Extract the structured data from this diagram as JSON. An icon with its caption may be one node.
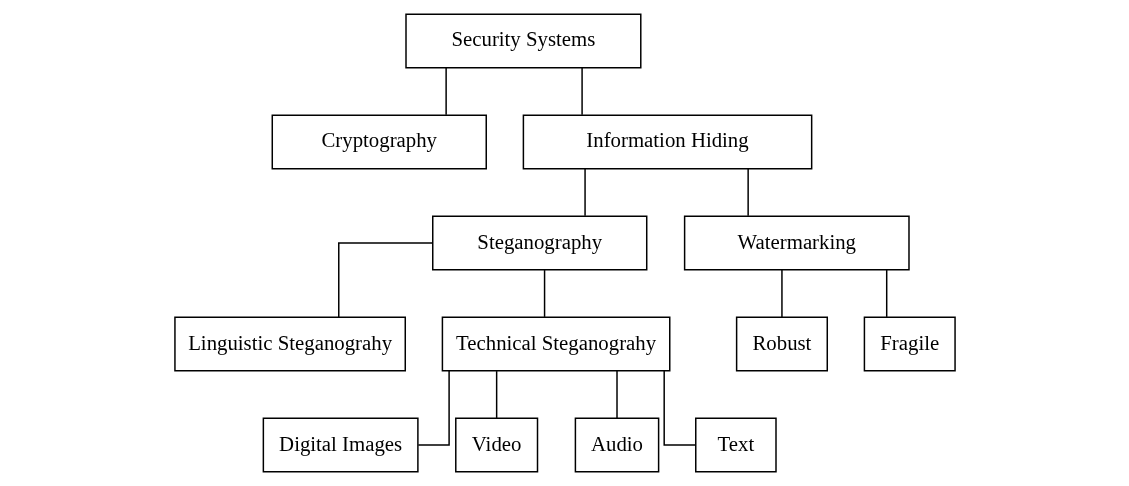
{
  "diagram": {
    "nodes": [
      {
        "text": [
          "Security Systems"
        ]
      },
      {
        "text": [
          "Cryptography"
        ]
      },
      {
        "text": [
          "Information Hiding"
        ]
      },
      {
        "text": [
          "Steganography"
        ]
      },
      {
        "text": [
          "Watermarking"
        ]
      },
      {
        "text": [
          "Linguistic Steganograhy"
        ]
      },
      {
        "text": [
          "Technical Steganograhy"
        ]
      },
      {
        "text": [
          "Robust"
        ]
      },
      {
        "text": [
          "Fragile"
        ]
      },
      {
        "text": [
          "Digital Images"
        ]
      },
      {
        "text": [
          "Video"
        ]
      },
      {
        "text": [
          "Audio"
        ]
      },
      {
        "text": [
          "Text"
        ]
      }
    ],
    "edges": [
      {
        "from": 0,
        "to": 1,
        "arrow": "none"
      },
      {
        "from": 0,
        "to": 2,
        "arrow": "none"
      },
      {
        "from": 2,
        "to": 3,
        "arrow": "none"
      },
      {
        "from": 2,
        "to": 4,
        "arrow": "none"
      },
      {
        "from": 3,
        "to": 5,
        "arrow": "none"
      },
      {
        "from": 3,
        "to": 6,
        "arrow": "none"
      },
      {
        "from": 4,
        "to": 7,
        "arrow": "none"
      },
      {
        "from": 4,
        "to": 8,
        "arrow": "none"
      },
      {
        "from": 6,
        "to": 9,
        "arrow": "none"
      },
      {
        "from": 6,
        "to": 10,
        "arrow": "none"
      },
      {
        "from": 6,
        "to": 11,
        "arrow": "none"
      },
      {
        "from": 6,
        "to": 12,
        "arrow": "none"
      }
    ]
  }
}
